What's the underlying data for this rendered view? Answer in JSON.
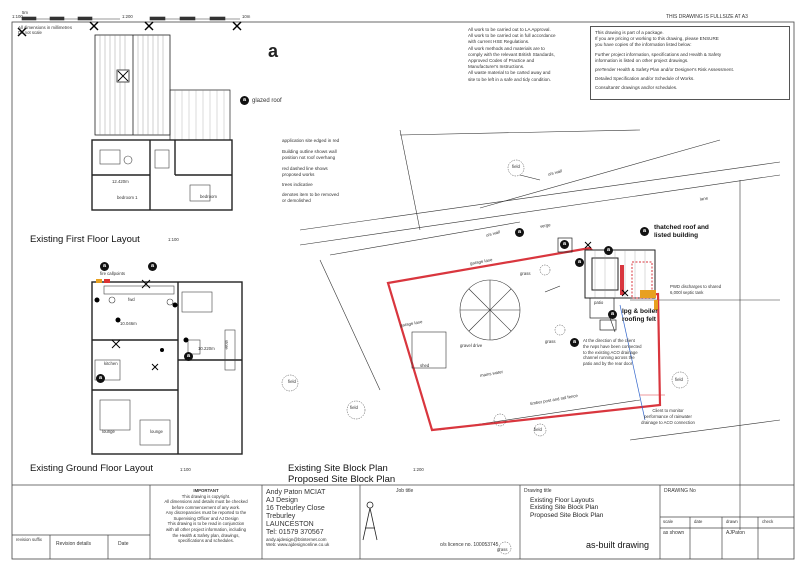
{
  "header": {
    "fullsize_note": "THIS DRAWING IS FULLSIZE AT A3",
    "scale_left": "1:100",
    "scale_mid": "1:200",
    "scale_unit_left": "5m",
    "scale_unit_right": "10m",
    "dims_note_1": "All dimensions in millimetres",
    "dims_note_2": "Do not scale"
  },
  "package_box": {
    "line1": "This drawing is part of a package.",
    "line2": "If you are pricing or working to this drawing, please ENSURE",
    "line3": "you have copies of the information listed below:",
    "line4": "Further project information, specifications and Health & Safety",
    "line5": "information is listed on other project drawings.",
    "line6": "preTender Health & Safety Plan and/or Designer's Risk Assessment.",
    "line7": "Detailed Specification and/or Schedule of Works.",
    "line8": "Consultants' drawings and/or schedules."
  },
  "general_notes": {
    "n1": "All work to be carried out to LA Approval.",
    "n2": "All work to be carried out in full accordance",
    "n3": "with current HSE Regulations.",
    "n4": "All work methods and materials are to",
    "n5": "comply with the relevant British Standards,",
    "n6": "Approved Codes of Practice and",
    "n7": "Manufacturer's Instructions.",
    "n8": "All waste material to be carted away and",
    "n9": "site to be left in a safe and tidy condition."
  },
  "legend": {
    "l1": "application site edged in red",
    "l2": "Building outline shows wall",
    "l3": "position not roof overhang",
    "l4": "red dashed line shows",
    "l5": "proposed works",
    "l6": "trees indicative",
    "l7": "denotes item to be removed",
    "l8": "or demolished"
  },
  "plans": {
    "first_floor_title": "Existing First Floor Layout",
    "first_floor_scale": "1:100",
    "ground_floor_title": "Existing Ground Floor Layout",
    "ground_floor_scale": "1:100",
    "site_title": "Existing Site Block Plan",
    "site_scale": "1:200",
    "site_title_2": "Proposed Site Block Plan",
    "glazed_roof": "glazed roof",
    "room_1": "12.420m",
    "room_bedroom1": "bedroom 1",
    "room_bedroom2": "bedroom",
    "gf_area": "10.046m",
    "gf_area2": "10.220m",
    "kitchen": "kitchen",
    "lounge1": "lounge",
    "lounge2": "lounge",
    "fire_callpoints": "fire callpoints",
    "fwd": "fwd",
    "store": "store"
  },
  "site": {
    "thatched": "thatched roof and",
    "thatched2": "listed building",
    "lpg": "lpg & boiler",
    "roofing_felt": "roofing felt",
    "pwd": "PWD discharges to shared",
    "pwd2": "6,000l septic tank",
    "garage_lane": "garage lane",
    "gravel_drive": "gravel drive",
    "mains_water": "mains water",
    "timber_post": "timber post and rail fence",
    "lane": "lane",
    "verge": "verge",
    "grass1": "grass",
    "grass2": "grass",
    "grass3": "grass",
    "field1": "field",
    "field2": "field",
    "field3": "field",
    "field4": "field",
    "field5": "field",
    "patio": "patio",
    "shed": "shed",
    "direction_note_1": "At the direction of the client",
    "direction_note_2": "the rwps have been connected",
    "direction_note_3": "to the existing ACO drainage",
    "direction_note_4": "channel running across the",
    "direction_note_5": "patio and by the rear door",
    "client_note_1": "Client to monitor",
    "client_note_2": "performance of rainwater",
    "client_note_3": "drainage to ACO connection",
    "os_wall": "o/s wall",
    "cls_wall": "o/s wall"
  },
  "title_block": {
    "revision": "revision suffix",
    "revision_details": "Revision details",
    "date": "Date",
    "important": "IMPORTANT",
    "imp1": "This drawing is copyright.",
    "imp2": "All dimensions and details must be checked",
    "imp3": "before commencement of any work.",
    "imp4": "Any discrepancies must be reported to the",
    "imp5": "Supervising Officer and AJ Design",
    "imp6": "This drawing is to be read in conjunction",
    "imp7": "with all other project information, including",
    "imp8": "the Health & Safety plan, drawings,",
    "imp9": "specifications and schedules.",
    "designer": "Andy Paton MCIAT",
    "firm": "AJ Design",
    "addr1": "16 Treburley Close",
    "addr2": "Treburley",
    "addr3": "LAUNCESTON",
    "tel": "Tel: 01579 370567",
    "email": "andy.ajdesign@btinternet.com",
    "web": "Web: www.ajdesignonline.co.uk",
    "job_title_label": "Job title",
    "os_licence": "o/s licence no. 100053745",
    "drawing_title_label": "Drawing title",
    "dt1": "Existing Floor Layouts",
    "dt2": "Existing Site Block Plan",
    "dt3": "Proposed Site Block Plan",
    "as_built": "as-built drawing",
    "drawing_no_label": "DRAWING No",
    "scale_label": "scale",
    "date_label": "date",
    "drawn_label": "drawn",
    "check_label": "check",
    "scale_val": "as shown",
    "drawn_val": "AJPaton"
  },
  "badges": {
    "a": "a"
  }
}
